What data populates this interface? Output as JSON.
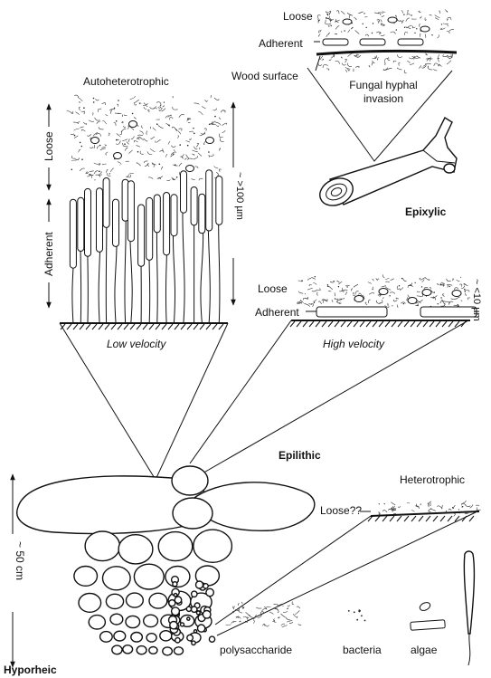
{
  "labels": {
    "loose": "Loose",
    "adherent": "Adherent",
    "wood_surface": "Wood surface",
    "fungal_line1": "Fungal hyphal",
    "fungal_line2": "invasion",
    "epixylic": "Epixylic",
    "autoheterotrophic": "Autoheterotrophic",
    "thickness_100": "~ >100 µm",
    "low_velocity": "Low velocity",
    "high_velocity": "High velocity",
    "thickness_10": "~ <10 µm",
    "epilithic": "Epilithic",
    "heterotrophic": "Heterotrophic",
    "loose_q": "Loose??",
    "scale_50": "~ 50 cm",
    "hyporheic": "Hyporheic"
  },
  "legend": {
    "polysaccharide": "polysaccharide",
    "bacteria": "bacteria",
    "algae": "algae"
  }
}
